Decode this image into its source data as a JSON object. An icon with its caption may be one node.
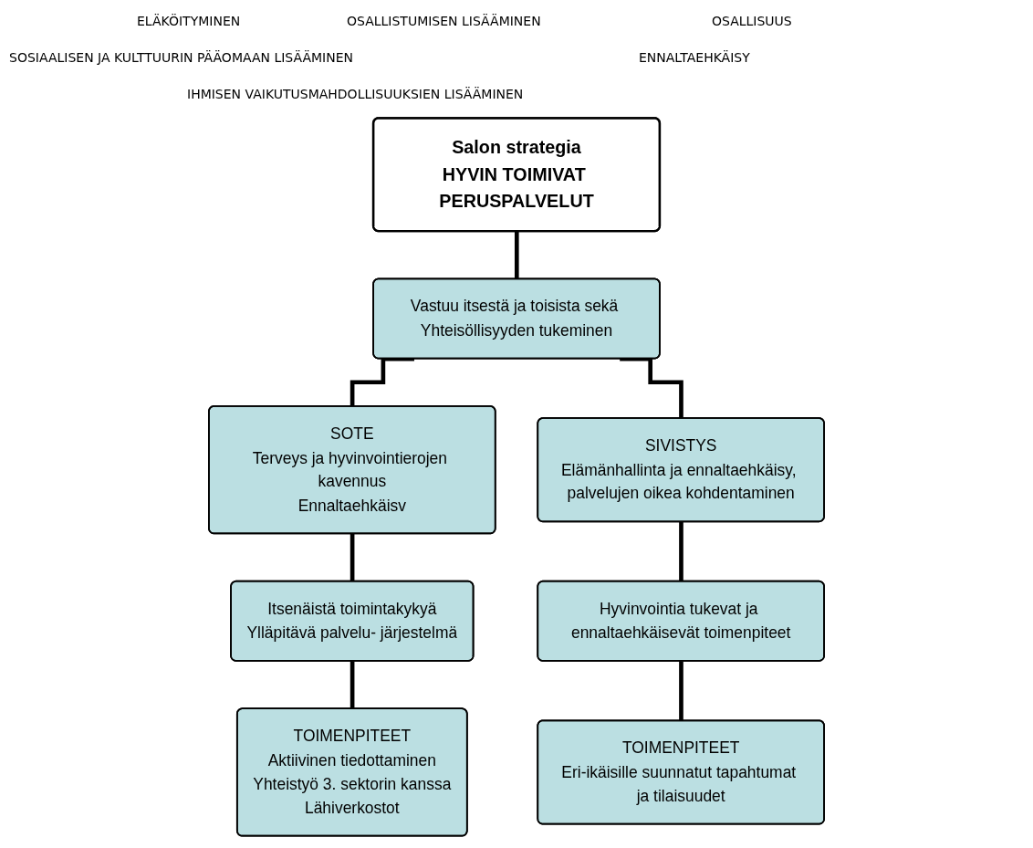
{
  "diagram": {
    "nodes": [
      {
        "text": [
          "Salon strategia",
          "HYVIN TOIMIVAT PERUSPALVELUT"
        ]
      },
      {
        "text": [
          "Vastuu itsestä ja toisista sekä Yhteisöllisyyden tukeminen"
        ]
      },
      {
        "text": [
          "SOTE",
          "Terveys ja hyvinvointierojen kavennus",
          "Ennaltaehkäisv"
        ]
      },
      {
        "text": [
          "SIVISTYS",
          "Elämänhallinta ja ennaltaehkäisy, palvelujen oikea kohdentaminen"
        ]
      },
      {
        "text": [
          "Itsenäistä toimintakykyä",
          "Ylläpitävä palvelu- järjestelmä"
        ]
      },
      {
        "text": [
          "Hyvinvointia tukevat ja ennaltaehkäisevät toimenpiteet"
        ]
      },
      {
        "text": [
          "TOIMENPITEET",
          "Aktiivinen tiedottaminen",
          "Yhteistyö 3. sektorin kanssa",
          "Lähiverkostot"
        ]
      },
      {
        "text": [
          "TOIMENPITEET",
          "Eri-ikäisille suunnatut tapahtumat ja tilaisuudet"
        ]
      }
    ],
    "edges": [
      {
        "from": 0,
        "to": 1,
        "arrow": "none"
      },
      {
        "from": 1,
        "to": 2,
        "arrow": "none"
      },
      {
        "from": 1,
        "to": 3,
        "arrow": "none"
      },
      {
        "from": 2,
        "to": 4,
        "arrow": "none"
      },
      {
        "from": 3,
        "to": 5,
        "arrow": "none"
      },
      {
        "from": 4,
        "to": 6,
        "arrow": "none"
      },
      {
        "from": 5,
        "to": 7,
        "arrow": "none"
      }
    ],
    "labels": [
      "ELÄKÖITYMINEN",
      "OSALLISTUMISEN LISÄÄMINEN",
      "OSALLISUUS",
      "SOSIAALISEN JA KULTTUURIN PÄÄOMAAN LISÄÄMINEN",
      "ENNALTAEHKÄISY",
      "IHMISEN VAIKUTUSMAHDOLLISUUKSIEN LISÄÄMINEN"
    ]
  }
}
